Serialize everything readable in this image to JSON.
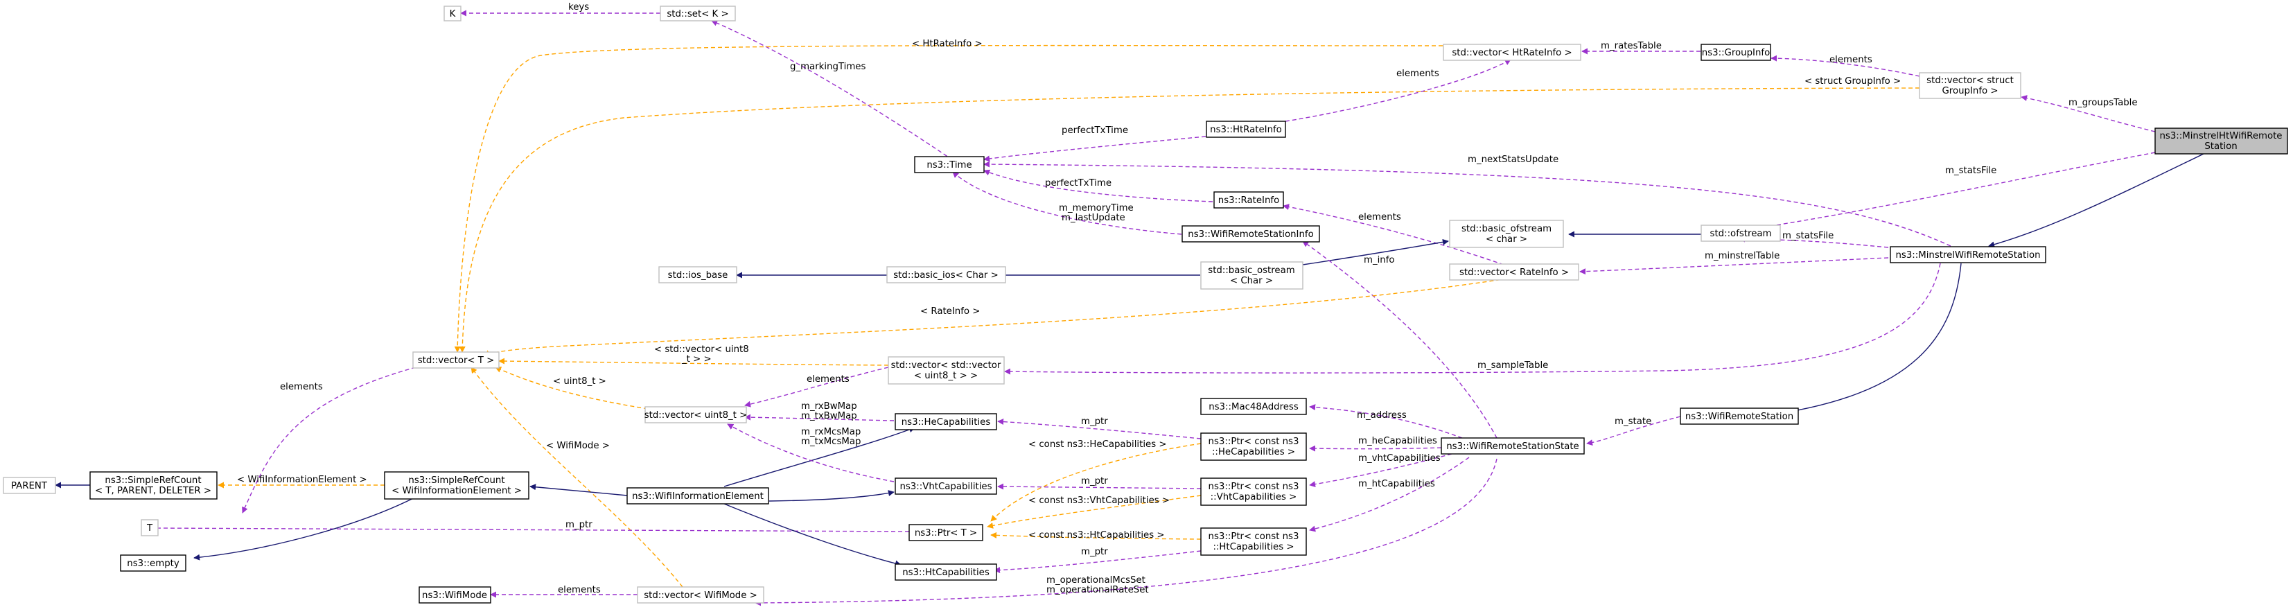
{
  "nodes": {
    "K": "K",
    "set_k": "std::set< K >",
    "vec_htrate": "std::vector< HtRateInfo >",
    "groupinfo": "ns3::GroupInfo",
    "vec_group_1": "std::vector< struct",
    "vec_group_2": "GroupInfo >",
    "focus_1": "ns3::MinstrelHtWifiRemote",
    "focus_2": "Station",
    "htrateinfo": "ns3::HtRateInfo",
    "time": "ns3::Time",
    "rateinfo": "ns3::RateInfo",
    "wrsi": "ns3::WifiRemoteStationInfo",
    "basic_ofstream_1": "std::basic_ofstream",
    "basic_ofstream_2": "< char >",
    "ofstream": "std::ofstream",
    "minstrel": "ns3::MinstrelWifiRemoteStation",
    "ios_base": "std::ios_base",
    "basic_ios": "std::basic_ios< Char >",
    "basic_ostream_1": "std::basic_ostream",
    "basic_ostream_2": "< Char >",
    "vec_rateinfo": "std::vector< RateInfo >",
    "vec_t": "std::vector< T >",
    "vec_vec_1": "std::vector< std::vector",
    "vec_vec_2": "< uint8_t > >",
    "vec_uint8": "std::vector< uint8_t >",
    "hecap": "ns3::HeCapabilities",
    "mac48": "ns3::Mac48Address",
    "ptr_he_1": "ns3::Ptr< const ns3",
    "ptr_he_2": "::HeCapabilities >",
    "wrss": "ns3::WifiRemoteStationState",
    "wrs": "ns3::WifiRemoteStation",
    "parent": "PARENT",
    "src_tpl_1": "ns3::SimpleRefCount",
    "src_tpl_2": "< T, PARENT, DELETER >",
    "src_wie_1": "ns3::SimpleRefCount",
    "src_wie_2": "< WifiInformationElement >",
    "wie": "ns3::WifiInformationElement",
    "vhtcap": "ns3::VhtCapabilities",
    "ptr_vht_1": "ns3::Ptr< const ns3",
    "ptr_vht_2": "::VhtCapabilities >",
    "T": "T",
    "ptr_t": "ns3::Ptr< T >",
    "ptr_ht_1": "ns3::Ptr< const ns3",
    "ptr_ht_2": "::HtCapabilities >",
    "empty": "ns3::empty",
    "htcap": "ns3::HtCapabilities",
    "wifimode": "ns3::WifiMode",
    "vec_wifimode": "std::vector< WifiMode >"
  },
  "edges": {
    "keys": "keys",
    "g_markingTimes": "g_markingTimes",
    "htrateinfo_tpl": "< HtRateInfo >",
    "m_ratesTable": "m_ratesTable",
    "elements_group": "elements",
    "m_groupsTable": "m_groupsTable",
    "struct_groupinfo_tpl": "< struct GroupInfo >",
    "elements_htrate": "elements",
    "perfectTxTime_1": "perfectTxTime",
    "m_nextStatsUpdate": "m_nextStatsUpdate",
    "m_statsFile_top": "m_statsFile",
    "perfectTxTime_2": "perfectTxTime",
    "elements_rate": "elements",
    "m_memoryTime": "m_memoryTime",
    "m_lastUpdate": "m_lastUpdate",
    "m_statsFile": "m_statsFile",
    "m_info": "m_info",
    "m_minstrelTable": "m_minstrelTable",
    "rateinfo_tpl": "< RateInfo >",
    "vec_uint8_tpl_1": "< std::vector< uint8",
    "vec_uint8_tpl_2": "_t > >",
    "elements_t": "elements",
    "elements_vv": "elements",
    "uint8_tpl": "< uint8_t >",
    "m_sampleTable": "m_sampleTable",
    "m_rxBwMap": "m_rxBwMap",
    "m_txBwMap": "m_txBwMap",
    "m_rxMcsMap": "m_rxMcsMap",
    "m_txMcsMap": "m_txMcsMap",
    "m_ptr_he": "m_ptr",
    "m_address": "m_address",
    "m_state": "m_state",
    "wifimode_tpl": "< WifiMode >",
    "wie_tpl": "< WifiInformationElement >",
    "hecap_tpl": "< const ns3::HeCapabilities >",
    "m_heCapabilities": "m_heCapabilities",
    "m_ptr_vht": "m_ptr",
    "m_vhtCapabilities": "m_vhtCapabilities",
    "vhtcap_tpl": "< const ns3::VhtCapabilities >",
    "m_htCapabilities": "m_htCapabilities",
    "m_ptr_t": "m_ptr",
    "htcap_tpl": "< const ns3::HtCapabilities >",
    "m_ptr_ht": "m_ptr",
    "elements_mode": "elements",
    "m_operationalMcsSet": "m_operationalMcsSet",
    "m_operationalRateSet": "m_operationalRateSet"
  },
  "colors": {
    "usage_edge": "#9a32cd",
    "template_edge": "#ffa500",
    "inheritance_edge": "#191970",
    "focus_fill": "#bfbfbf",
    "grey_border": "#bfbfbf"
  }
}
